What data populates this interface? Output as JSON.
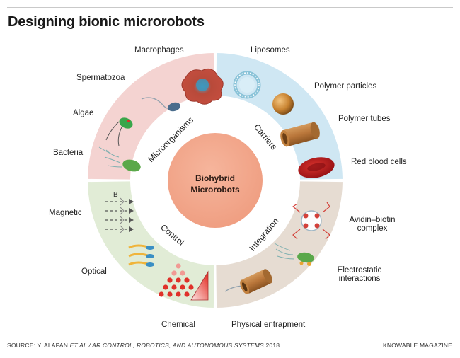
{
  "title": "Designing bionic microrobots",
  "center": {
    "line1": "Biohybrid",
    "line2": "Microrobots"
  },
  "sections": {
    "microorganisms": {
      "name": "Microorganisms",
      "items": [
        "Macrophages",
        "Spermatozoa",
        "Algae",
        "Bacteria"
      ],
      "color": "#f4d3d1"
    },
    "carriers": {
      "name": "Carriers",
      "items": [
        "Liposomes",
        "Polymer particles",
        "Polymer tubes",
        "Red blood cells"
      ],
      "color": "#cfe7f3"
    },
    "control": {
      "name": "Control",
      "items": [
        "Magnetic",
        "Optical",
        "Chemical"
      ],
      "field_letter": "B",
      "color": "#e1ecd6"
    },
    "integration": {
      "name": "Integration",
      "items": [
        "Avidin–biotin complex",
        "Electrostatic interactions",
        "Physical entrapment"
      ],
      "color": "#e6dcd2"
    }
  },
  "labels": {
    "avidin_line1": "Avidin–biotin",
    "avidin_line2": "complex",
    "electro_line1": "Electrostatic",
    "electro_line2": "interactions"
  },
  "footer": {
    "source_prefix": "SOURCE: Y. ALAPAN",
    "source_italic": "ET AL / AR CONTROL, ROBOTICS, AND AUTONOMOUS SYSTEMS",
    "source_year": "2018",
    "credit": "KNOWABLE MAGAZINE"
  },
  "colors": {
    "core": "#f3a98f",
    "core_text": "#2b1a14"
  }
}
